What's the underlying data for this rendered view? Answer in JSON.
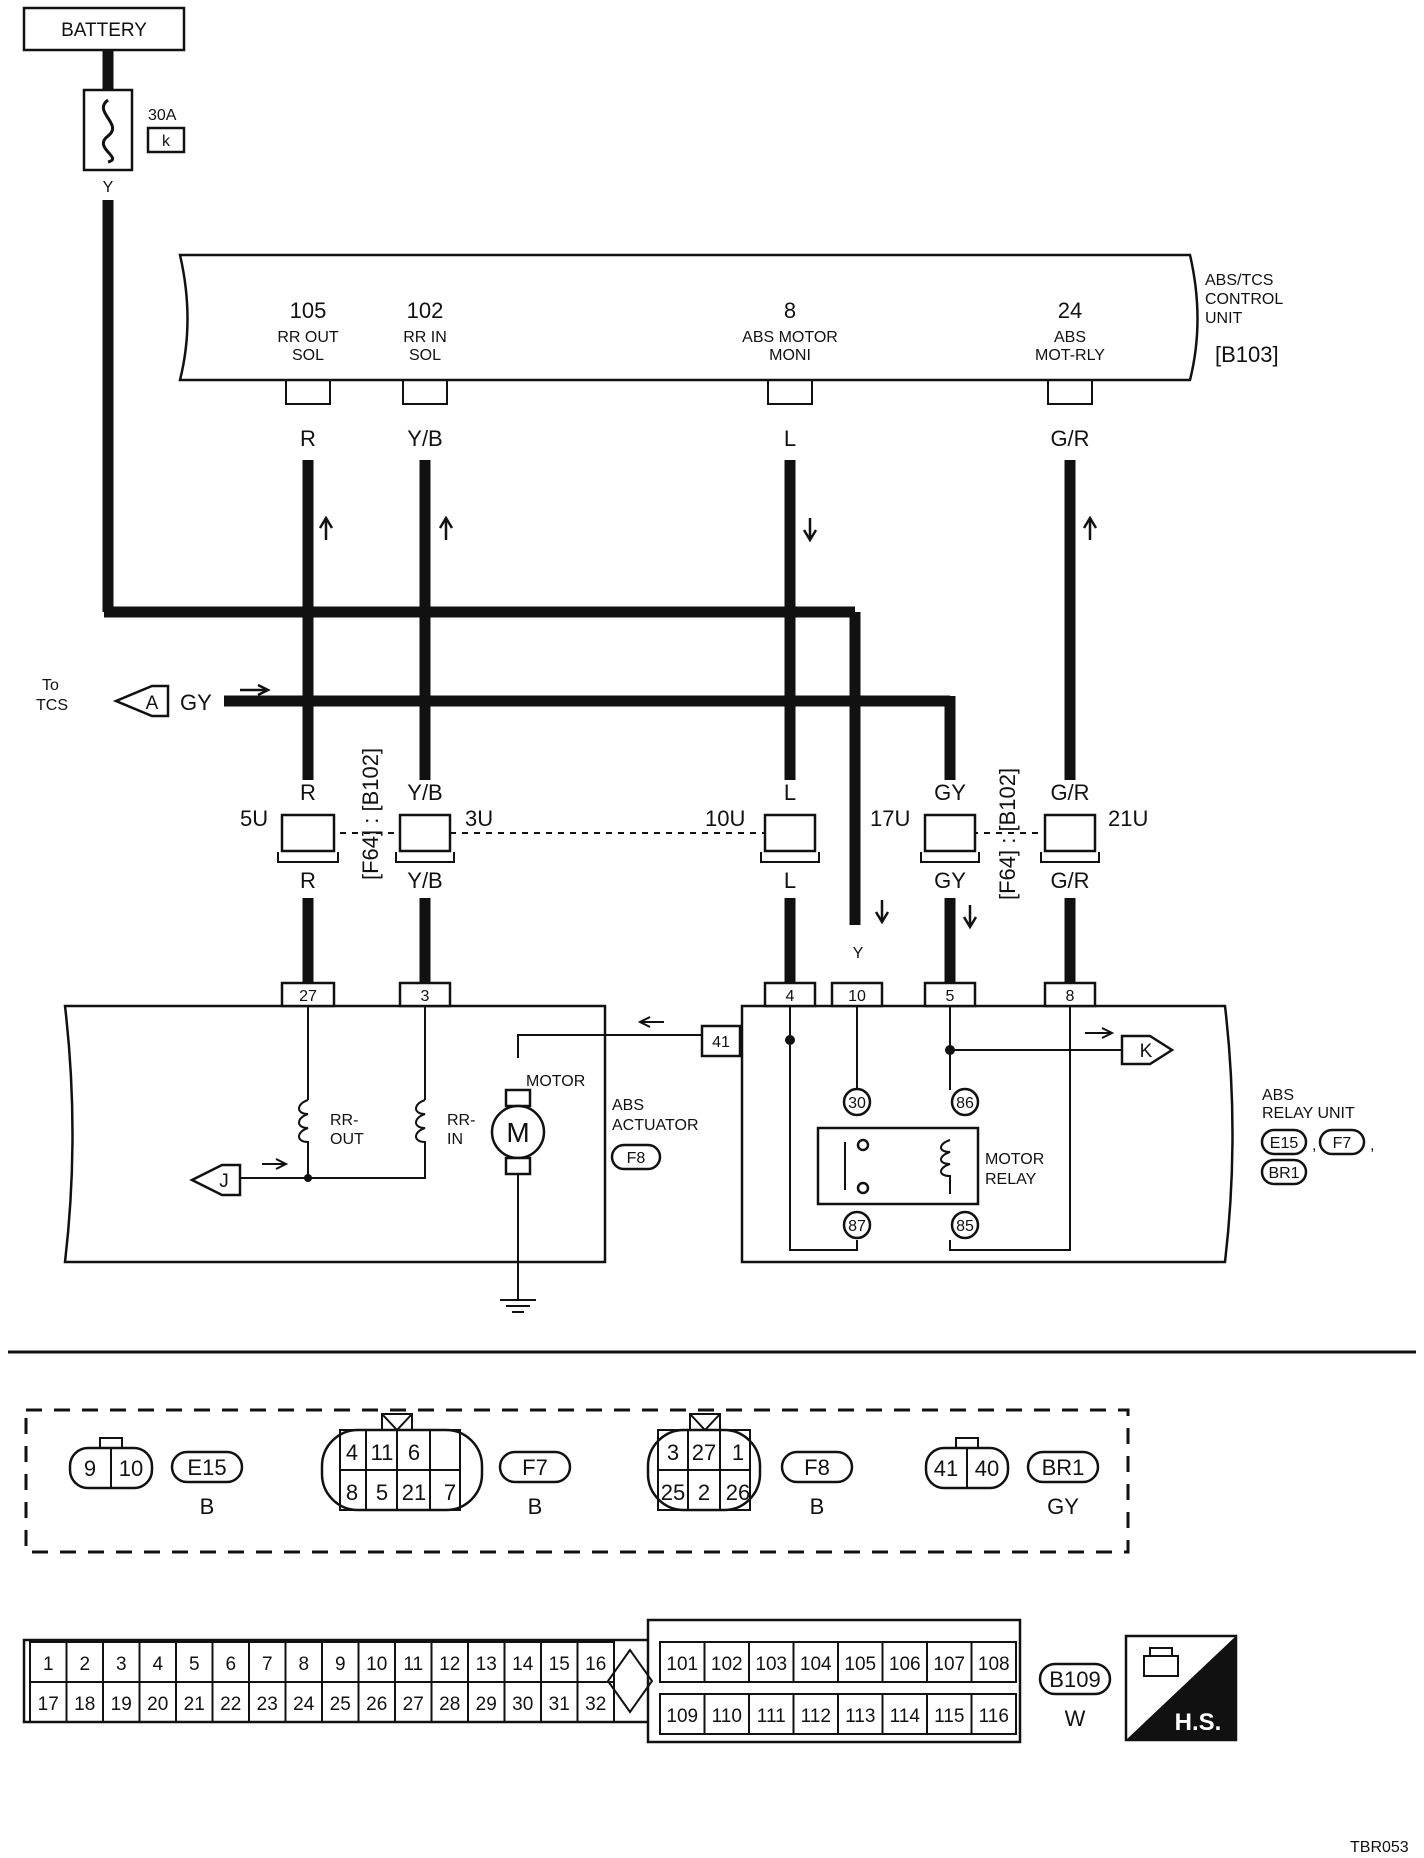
{
  "battery": {
    "label": "BATTERY",
    "fuse_rating": "30A",
    "fuse_id": "k",
    "wire_color": "Y"
  },
  "control_unit": {
    "title_line1": "ABS/TCS",
    "title_line2": "CONTROL",
    "title_line3": "UNIT",
    "connector": "[B103]",
    "pins": [
      {
        "num": "105",
        "line1": "RR OUT",
        "line2": "SOL",
        "wire": "R"
      },
      {
        "num": "102",
        "line1": "RR IN",
        "line2": "SOL",
        "wire": "Y/B"
      },
      {
        "num": "8",
        "line1": "ABS MOTOR",
        "line2": "MONI",
        "wire": "L"
      },
      {
        "num": "24",
        "line1": "ABS",
        "line2": "MOT-RLY",
        "wire": "G/R"
      }
    ]
  },
  "to_tcs": {
    "line1": "To",
    "line2": "TCS",
    "ref": "A",
    "wire": "GY"
  },
  "junction": {
    "left_label": "[F64] : [B102]",
    "right_label": "[F64] : [B102]",
    "pins": [
      {
        "name": "5U",
        "top": "R",
        "bottom": "R"
      },
      {
        "name": "3U",
        "top": "Y/B",
        "bottom": "Y/B"
      },
      {
        "name": "10U",
        "top": "L",
        "bottom": "L"
      },
      {
        "name": "17U",
        "top": "GY",
        "bottom": "GY"
      },
      {
        "name": "21U",
        "top": "G/R",
        "bottom": "G/R"
      }
    ]
  },
  "actuator": {
    "title_line1": "ABS",
    "title_line2": "ACTUATOR",
    "connector": "F8",
    "pins": [
      "27",
      "3"
    ],
    "motor_label": "MOTOR",
    "motor_symbol": "M",
    "rr_out_line1": "RR-",
    "rr_out_line2": "OUT",
    "rr_in_line1": "RR-",
    "rr_in_line2": "IN",
    "ref_j": "J"
  },
  "relay_unit": {
    "title_line1": "ABS",
    "title_line2": "RELAY UNIT",
    "connectors": [
      "E15",
      "F7",
      "BR1"
    ],
    "pins": [
      "4",
      "10",
      "5",
      "8"
    ],
    "pin_41": "41",
    "y_wire": "Y",
    "relay_pins": [
      "30",
      "86",
      "87",
      "85"
    ],
    "relay_label_line1": "MOTOR",
    "relay_label_line2": "RELAY",
    "ref_k": "K"
  },
  "connectors": [
    {
      "id": "E15",
      "color": "B",
      "rows": [
        [
          "9",
          "10"
        ]
      ]
    },
    {
      "id": "F7",
      "color": "B",
      "rows": [
        [
          "4",
          "11",
          "6"
        ],
        [
          "8",
          "5",
          "21",
          "7"
        ]
      ]
    },
    {
      "id": "F8",
      "color": "B",
      "rows": [
        [
          "3",
          "27",
          "1"
        ],
        [
          "25",
          "2",
          "26"
        ]
      ]
    },
    {
      "id": "BR1",
      "color": "GY",
      "rows": [
        [
          "41",
          "40"
        ]
      ]
    }
  ],
  "b109": {
    "id": "B109",
    "color": "W",
    "left_top": [
      "1",
      "2",
      "3",
      "4",
      "5",
      "6",
      "7",
      "8",
      "9",
      "10",
      "11",
      "12",
      "13",
      "14",
      "15",
      "16"
    ],
    "left_bottom": [
      "17",
      "18",
      "19",
      "20",
      "21",
      "22",
      "23",
      "24",
      "25",
      "26",
      "27",
      "28",
      "29",
      "30",
      "31",
      "32"
    ],
    "right_top": [
      "101",
      "102",
      "103",
      "104",
      "105",
      "106",
      "107",
      "108"
    ],
    "right_bottom": [
      "109",
      "110",
      "111",
      "112",
      "113",
      "114",
      "115",
      "116"
    ]
  },
  "hs_badge": "H.S.",
  "figure_code": "TBR053"
}
